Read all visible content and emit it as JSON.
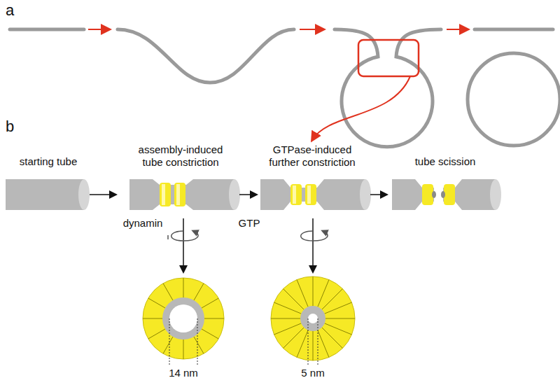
{
  "diagram": {
    "labels": [
      "a",
      "b",
      "starting tube",
      "assembly-induced tube constriction",
      "GTPase-induced further constriction",
      "tube scission",
      "dynamin",
      "GTP",
      "14 nm",
      "5 nm"
    ]
  }
}
